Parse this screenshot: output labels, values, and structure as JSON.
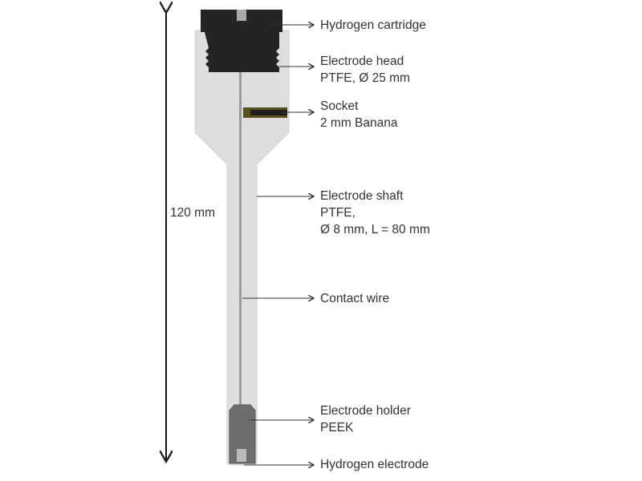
{
  "dimension": {
    "label": "120 mm"
  },
  "labels": [
    {
      "lines": [
        "Hydrogen cartridge"
      ]
    },
    {
      "lines": [
        "Electrode head",
        "PTFE, Ø 25 mm"
      ]
    },
    {
      "lines": [
        "Socket",
        "2 mm Banana"
      ]
    },
    {
      "lines": [
        "Electrode shaft",
        "PTFE,",
        "Ø 8 mm, L = 80 mm"
      ]
    },
    {
      "lines": [
        "Contact wire"
      ]
    },
    {
      "lines": [
        "Electrode holder",
        "PEEK"
      ]
    },
    {
      "lines": [
        "Hydrogen electrode"
      ]
    }
  ],
  "colors": {
    "ptfe": "#dcdcdc",
    "cartridge": "#222222",
    "socket": "#5a5320",
    "peek": "#6e6e6e",
    "wire": "#999999"
  }
}
